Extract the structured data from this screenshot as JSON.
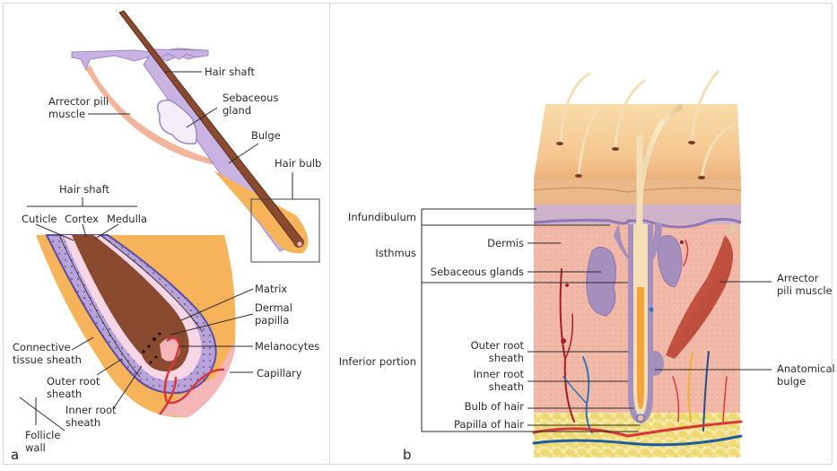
{
  "figure": {
    "panel_a": {
      "letter": "a",
      "labels": {
        "hair_shaft_top": "Hair shaft",
        "sebaceous_gland_1": "Sebaceous",
        "sebaceous_gland_2": "gland",
        "arrector_1": "Arrector pili",
        "arrector_2": "muscle",
        "bulge": "Bulge",
        "hair_bulb": "Hair bulb",
        "hair_shaft_group": "Hair shaft",
        "cuticle": "Cuticle",
        "cortex": "Cortex",
        "medulla": "Medulla",
        "matrix": "Matrix",
        "dermal_papilla_1": "Dermal",
        "dermal_papilla_2": "papilla",
        "melanocytes": "Melanocytes",
        "capillary": "Capillary",
        "connective_1": "Connective",
        "connective_2": "tissue sheath",
        "outer_root_1": "Outer root",
        "outer_root_2": "sheath",
        "inner_root_1": "Inner root",
        "inner_root_2": "sheath",
        "follicle_1": "Follicle",
        "follicle_2": "wall"
      }
    },
    "panel_b": {
      "letter": "b",
      "regions": {
        "infundibulum": "Infundibulum",
        "isthmus": "Isthmus",
        "inferior": "Inferior portion"
      },
      "labels": {
        "dermis": "Dermis",
        "sebaceous_glands": "Sebaceous glands",
        "outer_root_1": "Outer root",
        "outer_root_2": "sheath",
        "inner_root_1": "Inner root",
        "inner_root_2": "sheath",
        "bulb": "Bulb of hair",
        "papilla": "Papilla of hair",
        "arrector_1": "Arrector",
        "arrector_2": "pili muscle",
        "bulge_1": "Anatomical",
        "bulge_2": "bulge"
      }
    },
    "colors": {
      "fat": "#f6b35a",
      "skin_purple": "#c7b3e0",
      "hair_brown": "#8a4a30",
      "dermis_pink": "#f2b8a8",
      "epidermis": "#f3cf9a",
      "capillary_red": "#d8383a",
      "vein_blue": "#2b6aa8"
    }
  }
}
